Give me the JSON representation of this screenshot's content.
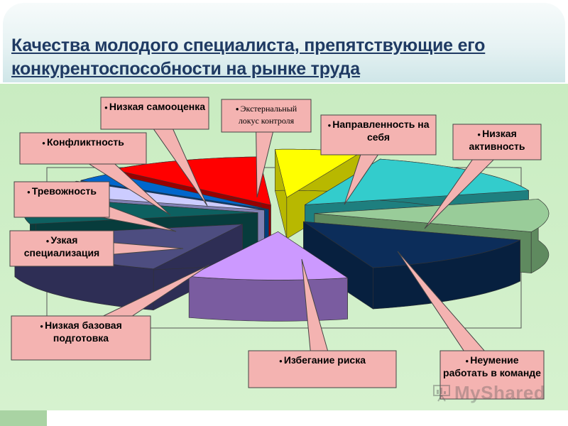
{
  "slide": {
    "title": "Качества молодого специалиста, препятствующие его конкурентоспособности на рынке труда",
    "watermark": "MyShared"
  },
  "chart_data": {
    "type": "pie",
    "style": "3d-exploded",
    "slices": [
      {
        "label": "Экстернальный локус контроля",
        "value": 6,
        "color": "#ffff00",
        "side": "#b8b800"
      },
      {
        "label": "Направленность на себя",
        "value": 15,
        "color": "#33cccc",
        "side": "#1e7f7f"
      },
      {
        "label": "Низкая активность",
        "value": 11,
        "color": "#99cc99",
        "side": "#5f8a5f"
      },
      {
        "label": "Неумение работать в команде",
        "value": 14,
        "color": "#0c2d5a",
        "side": "#07203f"
      },
      {
        "label": "Избегание риска",
        "value": 11,
        "color": "#cc99ff",
        "side": "#7a5ca0"
      },
      {
        "label": "Низкая базовая подготовка",
        "value": 15,
        "color": "#4d4d80",
        "side": "#2e2e55"
      },
      {
        "label": "Узкая специализация",
        "value": 9,
        "color": "#0d6060",
        "side": "#073c3c"
      },
      {
        "label": "Тревожность",
        "value": 5,
        "color": "#ccccff",
        "side": "#8080b3"
      },
      {
        "label": "Конфликтность",
        "value": 3,
        "color": "#0066cc",
        "side": "#003d7a"
      },
      {
        "label": "Низкая самооценка",
        "value": 11,
        "color": "#ff0000",
        "side": "#990000"
      }
    ]
  },
  "callouts": [
    {
      "text": "Низкая самооценка",
      "slice": 9
    },
    {
      "text": "Экстернальный локус контроля",
      "slice": 0
    },
    {
      "text": "Направленность на себя",
      "slice": 1
    },
    {
      "text": "Низкая активность",
      "slice": 2
    },
    {
      "text": "Конфликтность",
      "slice": 8
    },
    {
      "text": "Тревожность",
      "slice": 7
    },
    {
      "text": "Узкая специализация",
      "slice": 6
    },
    {
      "text": "Низкая базовая подготовка",
      "slice": 5
    },
    {
      "text": "Избегание риска",
      "slice": 4
    },
    {
      "text": "Неумение работать в команде",
      "slice": 3
    }
  ],
  "colors": {
    "callout_fill": "#f4b3b1",
    "callout_border": "#444444",
    "title": "#1f3a63",
    "content_bg": "#cfeec8"
  }
}
